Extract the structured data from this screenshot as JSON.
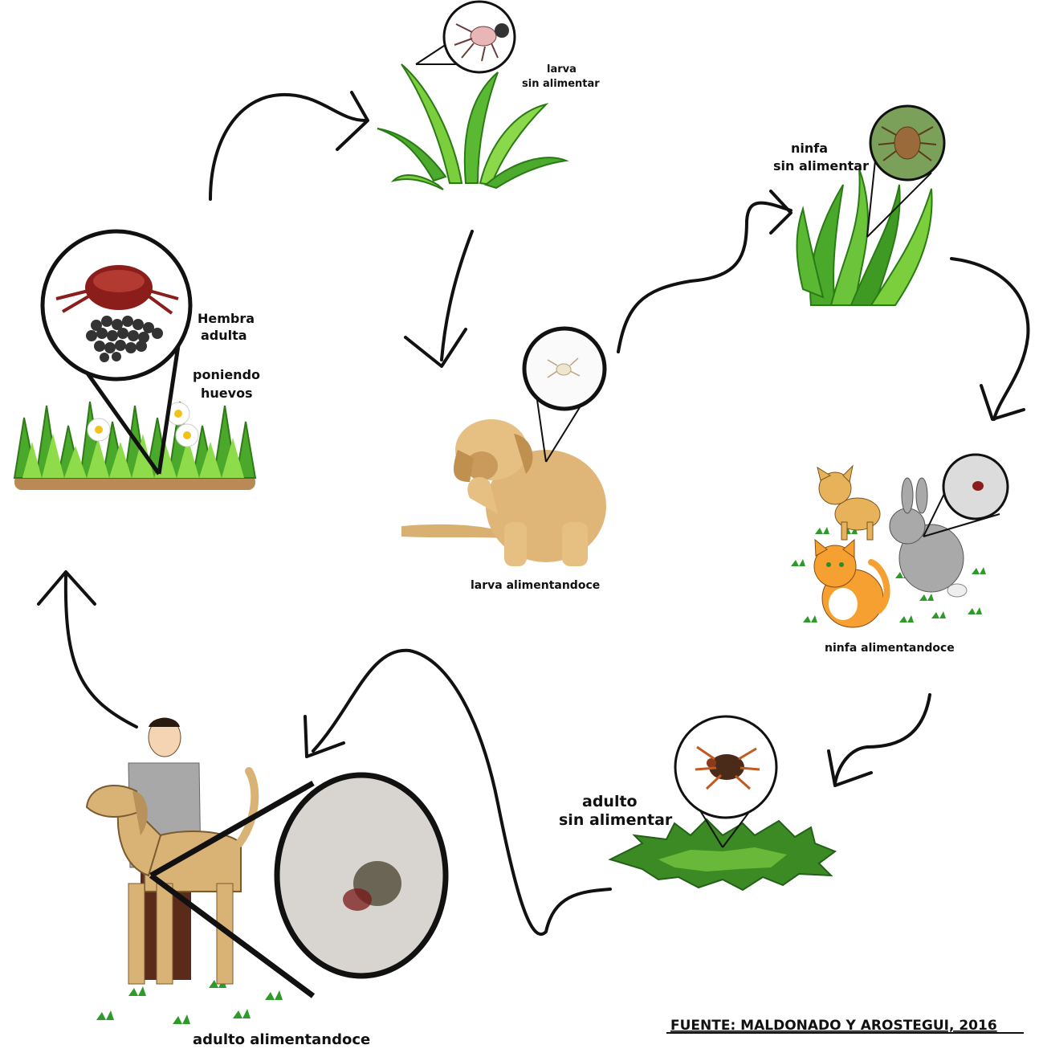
{
  "colors": {
    "grass_dark": "#2f8a1c",
    "grass_light": "#7ed23a",
    "tick_red": "#8b1d1a",
    "tick_brown": "#6a3b1c",
    "dog_tan": "#d9b276",
    "soil": "#b98a56",
    "arrow": "#111111"
  },
  "labels": {
    "larva_unfed_1": "larva",
    "larva_unfed_2": "sin alimentar",
    "nymph_unfed_1": "ninfa",
    "nymph_unfed_2": "sin alimentar",
    "female_1": "Hembra",
    "female_2": "adulta",
    "female_3": "poniendo",
    "female_4": "huevos",
    "larva_feeding": "larva alimentandoce",
    "nymph_feeding": "ninfa alimentandoce",
    "adult_unfed_1": "adulto",
    "adult_unfed_2": "sin alimentar",
    "adult_feeding": "adulto alimentandoce",
    "source": "FUENTE: MALDONADO Y AROSTEGUI, 2016"
  },
  "icons": [
    "grass-clump-icon",
    "magnifier-icon",
    "tick-icon",
    "egg-cluster-icon",
    "flower-icon",
    "dog-icon",
    "rabbit-icon",
    "cat-icon",
    "puppy-icon",
    "person-icon"
  ]
}
